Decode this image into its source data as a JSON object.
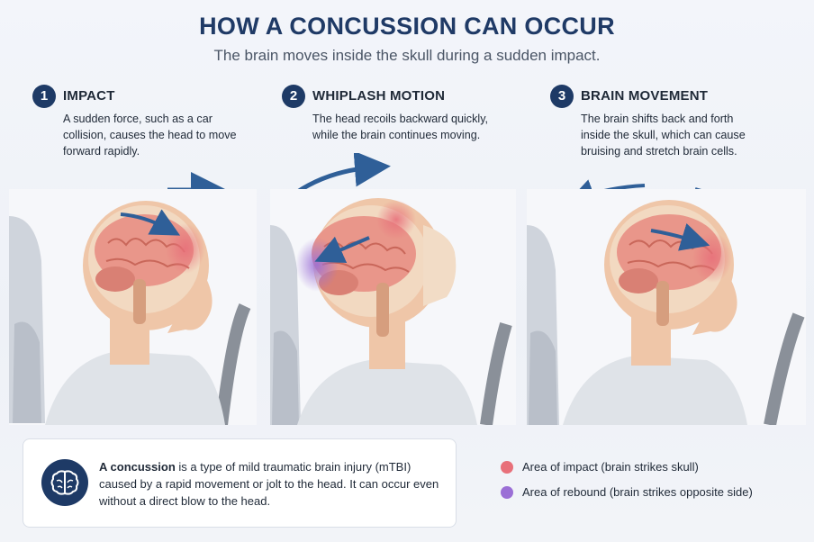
{
  "title": "HOW A CONCUSSION CAN OCCUR",
  "subtitle": "The brain moves inside the skull during a sudden impact.",
  "steps": [
    {
      "number": "1",
      "title": "IMPACT",
      "description": "A sudden force, such as a car collision, causes the head to move forward rapidly."
    },
    {
      "number": "2",
      "title": "WHIPLASH MOTION",
      "description": "The head recoils backward quickly, while the brain continues moving."
    },
    {
      "number": "3",
      "title": "BRAIN MOVEMENT",
      "description": "The brain shifts back and forth inside the skull, which can cause bruising and stretch brain cells."
    }
  ],
  "info": {
    "term": "A concussion",
    "text": " is a type of mild traumatic brain injury (mTBI) caused by a rapid movement or jolt to the head. It can occur even without a direct blow to the head.",
    "icon": "brain-icon"
  },
  "legend": [
    {
      "label": "Area of impact (brain strikes skull)",
      "color": "#e8707a"
    },
    {
      "label": "Area of rebound (brain strikes opposite side)",
      "color": "#9b6fd6"
    }
  ],
  "colors": {
    "accent": "#1e3a66",
    "arrow": "#2f5f98",
    "brain": "#e9968a",
    "skin": "#efc6a8",
    "skull": "#f2dcc6"
  }
}
